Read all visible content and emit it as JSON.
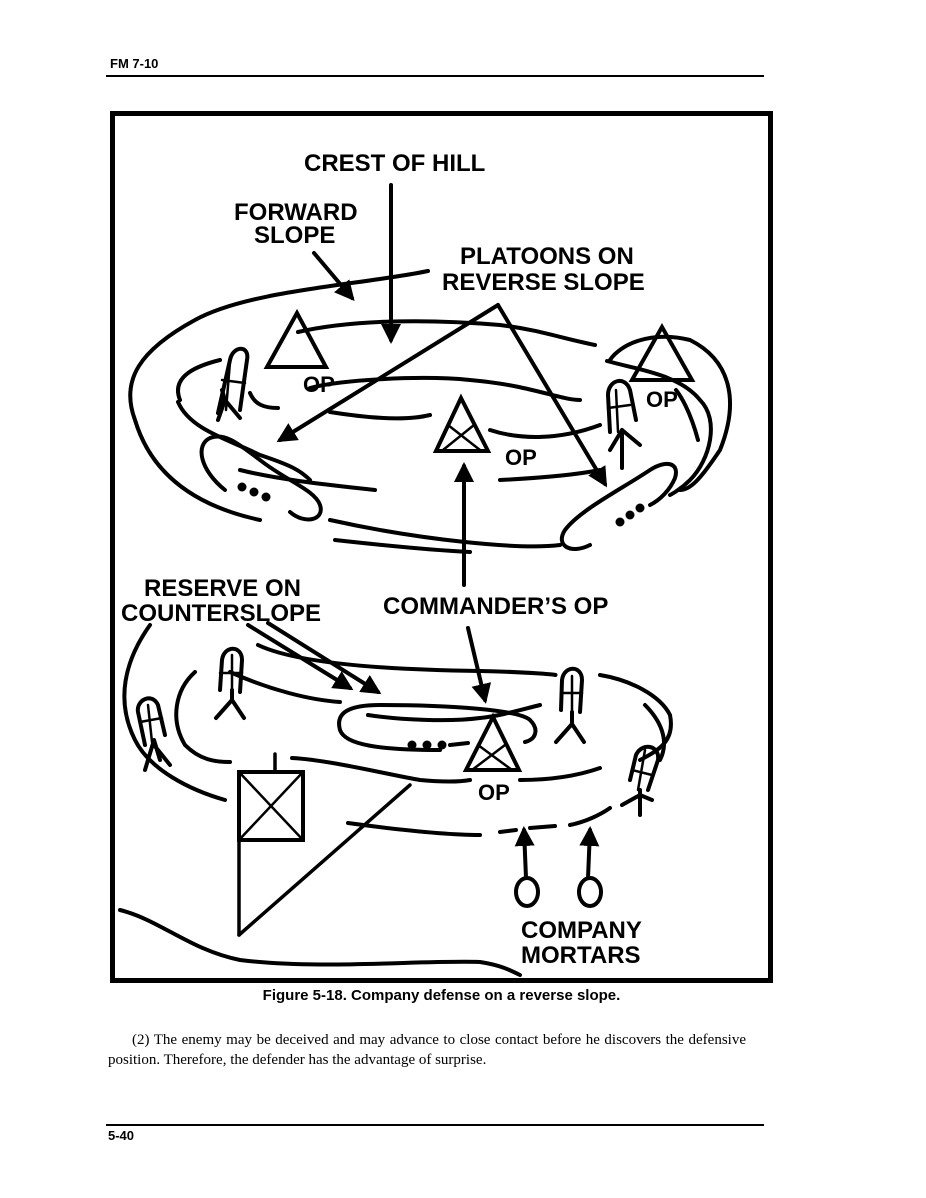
{
  "header": {
    "doc_id": "FM 7-10"
  },
  "figure": {
    "caption": "Figure 5-18.  Company defense on a reverse slope.",
    "labels": {
      "crest_of_hill": "CREST OF HILL",
      "forward_slope_1": "FORWARD",
      "forward_slope_2": "SLOPE",
      "platoons_1": "PLATOONS ON",
      "platoons_2": "REVERSE SLOPE",
      "reserve_1": "RESERVE ON",
      "reserve_2": "COUNTERSLOPE",
      "commanders_op": "COMMANDER’S OP",
      "company_1": "COMPANY",
      "company_2": "MORTARS",
      "op": "OP"
    },
    "symbols": [
      "observation-post",
      "commanders-op",
      "platoon-position",
      "infantry-fighting-position",
      "company-command-post",
      "mortar-position"
    ]
  },
  "body": {
    "paragraph": "(2) The enemy may be deceived and may advance to close contact before he discovers the defensive position.  Therefore, the defender has the advantage of surprise."
  },
  "footer": {
    "page_number": "5-40"
  }
}
